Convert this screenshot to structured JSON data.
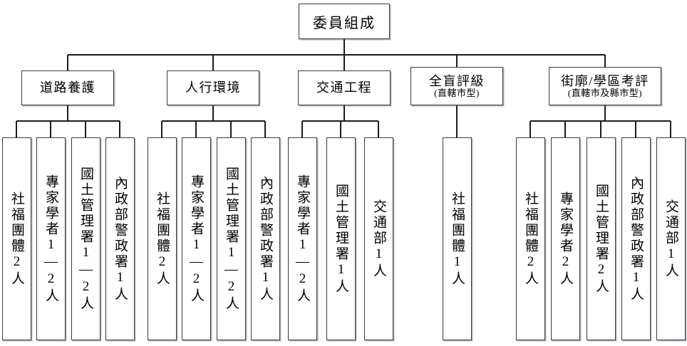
{
  "diagram": {
    "type": "organizational-tree",
    "title": "委員組成",
    "root": {
      "label": "委員組成"
    },
    "categories": [
      {
        "id": "road-maintenance",
        "label": "道路養護",
        "sublabel": "",
        "members": [
          {
            "label": "社福團體2人"
          },
          {
            "label": "專家學者1—2人"
          },
          {
            "label": "國土管理署1—2人"
          },
          {
            "label": "內政部警政署1人"
          }
        ]
      },
      {
        "id": "pedestrian-environment",
        "label": "人行環境",
        "sublabel": "",
        "members": [
          {
            "label": "社福團體2人"
          },
          {
            "label": "專家學者1—2人"
          },
          {
            "label": "國土管理署1—2人"
          },
          {
            "label": "內政部警政署1人"
          }
        ]
      },
      {
        "id": "traffic-engineering",
        "label": "交通工程",
        "sublabel": "",
        "members": [
          {
            "label": "專家學者1—2人"
          },
          {
            "label": "國土管理署1人"
          },
          {
            "label": "交通部1人"
          }
        ]
      },
      {
        "id": "blind-rating",
        "label": "全盲評級",
        "sublabel": "(直轄市型)",
        "members": [
          {
            "label": "社福團體1人"
          }
        ]
      },
      {
        "id": "block-school-district-review",
        "label": "街廓/學區考評",
        "sublabel": "(直轄市及縣市型)",
        "members": [
          {
            "label": "社福團體2人"
          },
          {
            "label": "專家學者2人"
          },
          {
            "label": "國土管理署2人"
          },
          {
            "label": "內政部警政署1人"
          },
          {
            "label": "交通部1人"
          }
        ]
      }
    ],
    "colors": {
      "line": "#1b1b1b",
      "border": "#3a3a3a",
      "shadow": "#5a6478",
      "background": "#ffffff",
      "text": "#000000"
    }
  }
}
